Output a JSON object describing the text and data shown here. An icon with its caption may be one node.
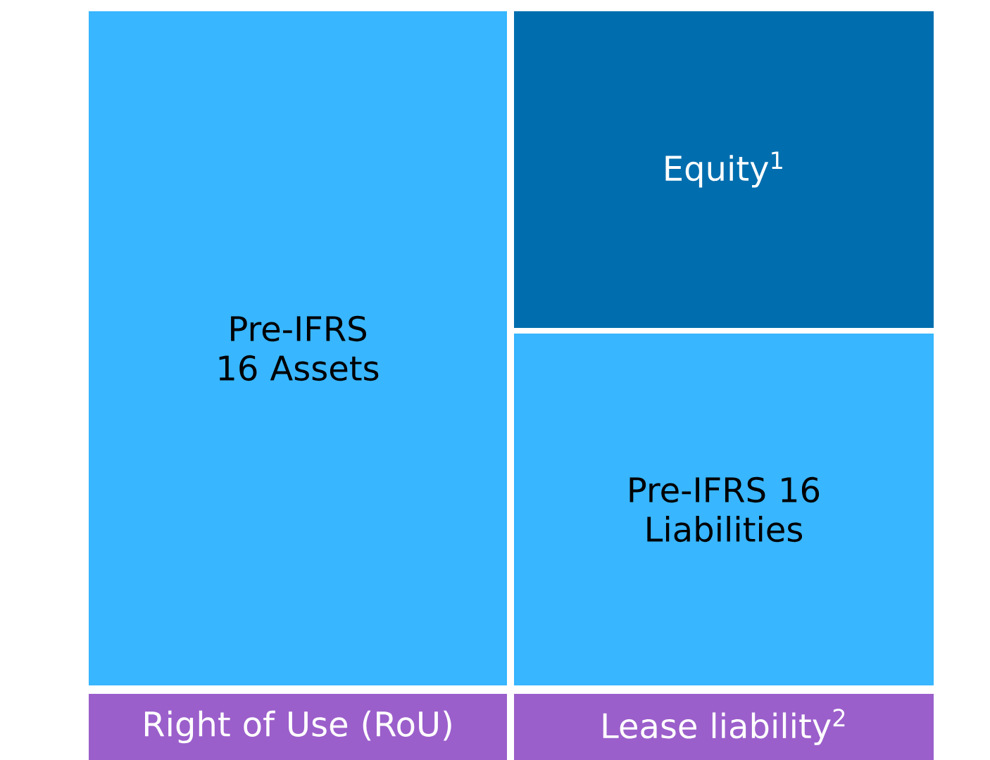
{
  "diagram": {
    "nodes": [
      {
        "text": [
          "Pre-IFRS 16 Assets"
        ]
      },
      {
        "text": [
          "Equity$^{1}$"
        ]
      },
      {
        "text": [
          "Pre-IFRS 16 Liabilities"
        ]
      },
      {
        "text": [
          "Right of Use (RoU)"
        ]
      },
      {
        "text": [
          "Lease liability$^{2}$"
        ]
      }
    ]
  }
}
